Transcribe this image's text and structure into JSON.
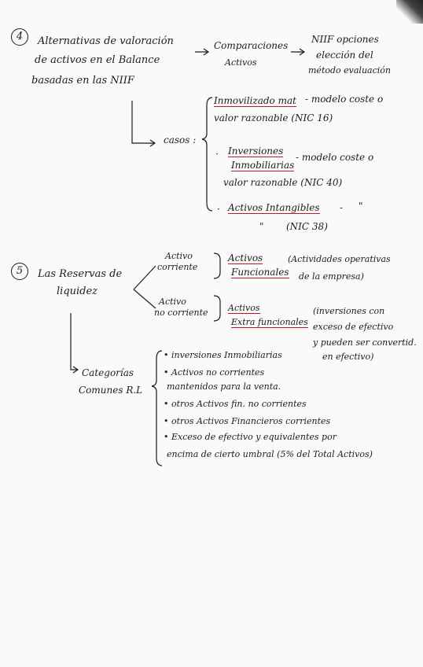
{
  "section4": {
    "number": "4",
    "title_line1": "Alternativas de valoración",
    "title_line2": "de activos  en el Balance",
    "title_line3": "basadas  en las NIIF",
    "arrow": "→",
    "comparaciones_line1": "Comparaciones",
    "comparaciones_line2": "Activos",
    "niif_line1": "NIIF opciones",
    "niif_line2": "elección del",
    "niif_line3": "método evaluación",
    "casos_label": "casos :",
    "caso1_line1a": "Inmovilizado mat",
    "caso1_line1b": "- modelo coste o",
    "caso1_line2": "valor razonable  (NIC 16)",
    "caso2_bullet": "·",
    "caso2_line1a": "Inversiones",
    "caso2_line1b": "- modelo coste o",
    "caso2_line2": "Inmobiliarias",
    "caso2_line3": "valor razonable  (NIC 40)",
    "caso3_bullet": "·",
    "caso3_line1": "Activos Intangibles",
    "caso3_dash": "-",
    "caso3_ditto": "\"",
    "caso3_line2_ditto": "\"",
    "caso3_line2": "(NIC 38)"
  },
  "section5": {
    "number": "5",
    "title_line1": "Las Reservas de",
    "title_line2": "liquidez",
    "corriente_line1": "Activo",
    "corriente_line2": "corriente",
    "nocorriente_line1": "Activo",
    "nocorriente_line2": "no corriente",
    "funcionales_line1": "Activos",
    "funcionales_line2": "Funcionales",
    "funcionales_note_line1": "(Actividades operativas",
    "funcionales_note_line2": "de la empresa)",
    "extra_line1": "Activos",
    "extra_line2": "Extra funcionales",
    "extra_note_line1": "(inversiones con",
    "extra_note_line2": "exceso de efectivo",
    "extra_note_line3": "y pueden ser convertid.",
    "extra_note_line4": "en efectivo)",
    "categorias_line1": "Categorías",
    "categorias_line2": "Comunes R.L",
    "items": [
      "• inversiones Inmobiliarias",
      "• Activos no corrientes",
      "mantenidos para la venta.",
      "• otros Activos fin. no corrientes",
      "• otros Activos Financieros corrientes",
      "• Exceso de efectivo y equivalentes por",
      "encima de cierto umbral (5% del Total Activos)"
    ]
  }
}
